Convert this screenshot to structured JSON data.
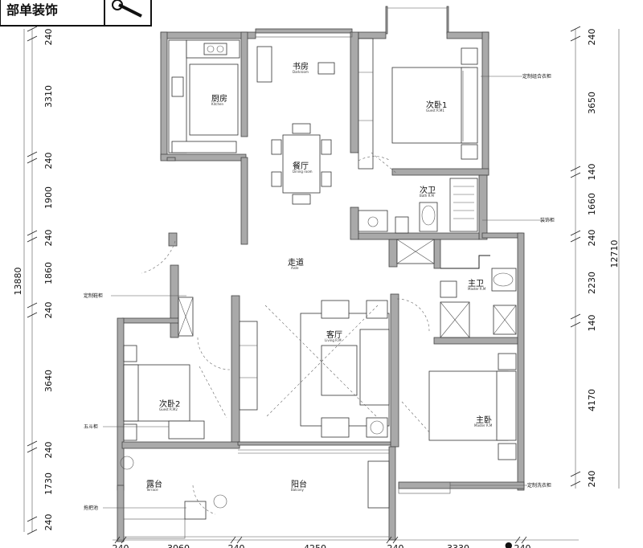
{
  "title_banner": "部单装饰",
  "rooms": [
    {
      "key": "kitchen",
      "cn": "厨房",
      "en": "Kitchen"
    },
    {
      "key": "study",
      "cn": "书房",
      "en": "Darkroom"
    },
    {
      "key": "dining",
      "cn": "餐厅",
      "en": "Dining room"
    },
    {
      "key": "bedroom1",
      "cn": "次卧1",
      "en": "Guest R.M1"
    },
    {
      "key": "bath2",
      "cn": "次卫",
      "en": "Bath R.M"
    },
    {
      "key": "aisle",
      "cn": "走道",
      "en": "Aisle"
    },
    {
      "key": "master_bath",
      "cn": "主卫",
      "en": "Master R.M"
    },
    {
      "key": "living",
      "cn": "客厅",
      "en": "Living R.M"
    },
    {
      "key": "bedroom2",
      "cn": "次卧2",
      "en": "Guest R.M2"
    },
    {
      "key": "master_bed",
      "cn": "主卧",
      "en": "Master R.M"
    },
    {
      "key": "terrace",
      "cn": "露台",
      "en": "Terrace"
    },
    {
      "key": "balcony",
      "cn": "阳台",
      "en": "Balcony"
    }
  ],
  "annotations": {
    "wardrobe1": "定制组合衣柜",
    "deco_cabinet": "装饰柜",
    "shoe_cabinet": "定制鞋柜",
    "five_drawer": "五斗柜",
    "mop_pool": "拖把池",
    "laundry_cabinet": "定制洗衣柜"
  },
  "dims_left": [
    "240",
    "3310",
    "240",
    "1900",
    "240",
    "1860",
    "240",
    "3640",
    "240",
    "1730",
    "240"
  ],
  "dims_left_total": "13880",
  "dims_right": [
    "240",
    "3650",
    "140",
    "1660",
    "240",
    "2230",
    "140",
    "4170",
    "240"
  ],
  "dims_right_total": "12710",
  "dims_bottom": [
    "240",
    "3060",
    "240",
    "4250",
    "240",
    "3330",
    "240"
  ],
  "footer_fragment": "●"
}
